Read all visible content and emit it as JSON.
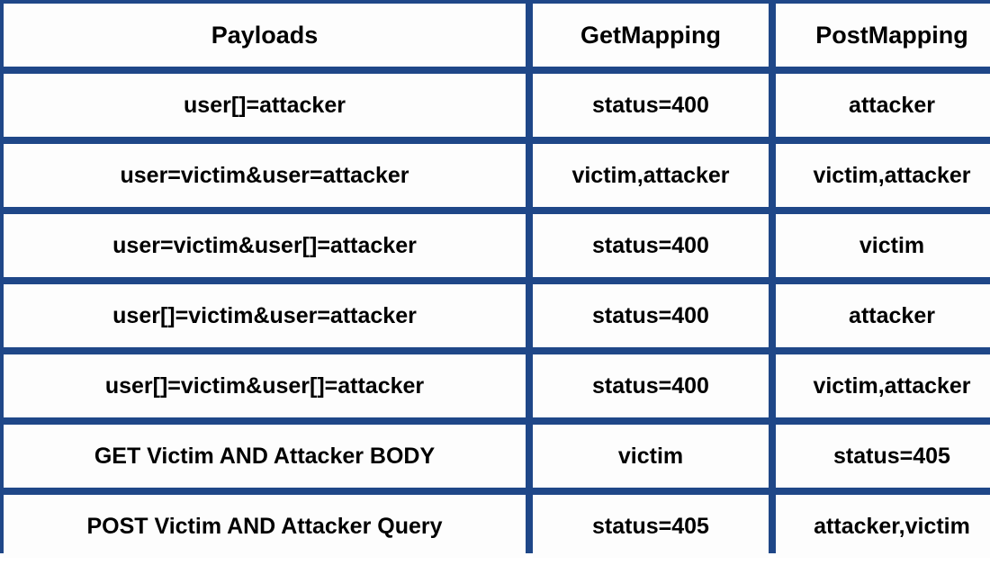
{
  "table": {
    "columns": [
      {
        "key": "payload",
        "label": "Payloads"
      },
      {
        "key": "get",
        "label": "GetMapping"
      },
      {
        "key": "post",
        "label": "PostMapping"
      }
    ],
    "rows": [
      {
        "payload": "user[]=attacker",
        "get": "status=400",
        "post": "attacker"
      },
      {
        "payload": "user=victim&user=attacker",
        "get": "victim,attacker",
        "post": "victim,attacker"
      },
      {
        "payload": "user=victim&user[]=attacker",
        "get": "status=400",
        "post": "victim"
      },
      {
        "payload": "user[]=victim&user=attacker",
        "get": "status=400",
        "post": "attacker"
      },
      {
        "payload": "user[]=victim&user[]=attacker",
        "get": "status=400",
        "post": "victim,attacker"
      },
      {
        "payload": "GET Victim AND Attacker BODY",
        "get": "victim",
        "post": "status=405"
      },
      {
        "payload": "POST Victim AND Attacker Query",
        "get": "status=405",
        "post": "attacker,victim"
      }
    ]
  },
  "colors": {
    "grid": "#1F4788",
    "cell_background": "#fdfdfd",
    "text": "#000000"
  }
}
